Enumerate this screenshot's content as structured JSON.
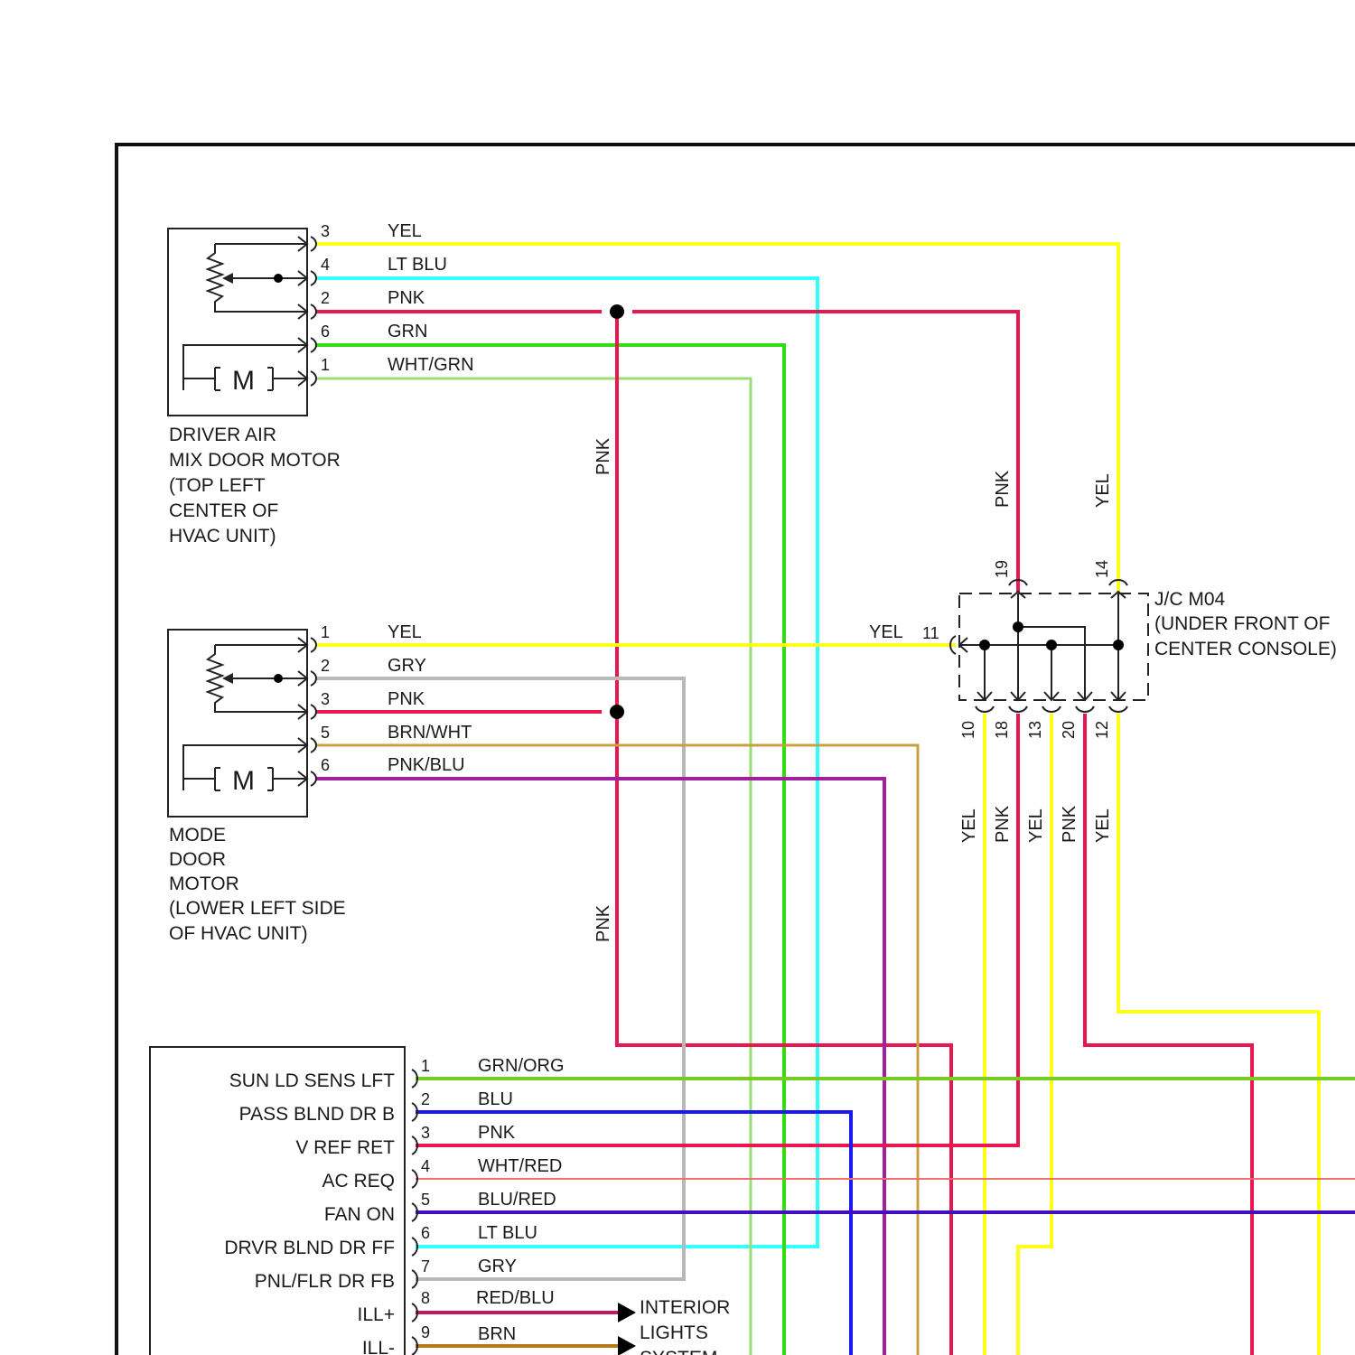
{
  "colors": {
    "YEL": "#ffff1a",
    "LT BLU": "#33ffff",
    "PNK": "#e8174f",
    "GRN": "#33dd11",
    "WHT/GRN": "#99dd77",
    "GRY": "#b8b8b8",
    "BRN/WHT": "#c8a040",
    "PNK/BLU": "#a020a0",
    "GRN/ORG": "#77cc22",
    "BLU": "#1a1aee",
    "WHT/RED": "#f07070",
    "BLU/RED": "#4010c0",
    "RED/BLU": "#c01860",
    "BRN": "#b07a18"
  },
  "driver_motor": {
    "label_lines": [
      "DRIVER AIR",
      "MIX DOOR MOTOR",
      "(TOP LEFT",
      "CENTER OF",
      "HVAC UNIT)"
    ],
    "motor_symbol": "M",
    "pins": [
      {
        "pin": "3",
        "wire": "YEL"
      },
      {
        "pin": "4",
        "wire": "LT BLU"
      },
      {
        "pin": "2",
        "wire": "PNK"
      },
      {
        "pin": "6",
        "wire": "GRN"
      },
      {
        "pin": "1",
        "wire": "WHT/GRN"
      }
    ]
  },
  "mode_motor": {
    "label_lines": [
      "MODE",
      "DOOR",
      "MOTOR",
      "(LOWER LEFT SIDE",
      "OF HVAC UNIT)"
    ],
    "motor_symbol": "M",
    "pins": [
      {
        "pin": "1",
        "wire": "YEL"
      },
      {
        "pin": "2",
        "wire": "GRY"
      },
      {
        "pin": "3",
        "wire": "PNK"
      },
      {
        "pin": "5",
        "wire": "BRN/WHT"
      },
      {
        "pin": "6",
        "wire": "PNK/BLU"
      }
    ]
  },
  "junction": {
    "label_lines": [
      "J/C M04",
      "(UNDER FRONT OF",
      "CENTER CONSOLE)"
    ],
    "in_pin": "11",
    "in_wire": "YEL",
    "top_pins": [
      {
        "pin": "19",
        "wire": "PNK"
      },
      {
        "pin": "14",
        "wire": "YEL"
      }
    ],
    "bottom_pins": [
      {
        "pin": "10",
        "wire": "YEL"
      },
      {
        "pin": "18",
        "wire": "PNK"
      },
      {
        "pin": "13",
        "wire": "YEL"
      },
      {
        "pin": "20",
        "wire": "PNK"
      },
      {
        "pin": "12",
        "wire": "YEL"
      }
    ]
  },
  "vertical_labels": {
    "pnk_upper": "PNK",
    "pnk_lower": "PNK"
  },
  "control_module": {
    "pins": [
      {
        "pin": "1",
        "name": "SUN LD SENS LFT",
        "wire": "GRN/ORG"
      },
      {
        "pin": "2",
        "name": "PASS BLND DR B",
        "wire": "BLU"
      },
      {
        "pin": "3",
        "name": "V REF RET",
        "wire": "PNK"
      },
      {
        "pin": "4",
        "name": "AC REQ",
        "wire": "WHT/RED"
      },
      {
        "pin": "5",
        "name": "FAN ON",
        "wire": "BLU/RED"
      },
      {
        "pin": "6",
        "name": "DRVR BLND DR FF",
        "wire": "LT BLU"
      },
      {
        "pin": "7",
        "name": "PNL/FLR DR FB",
        "wire": "GRY"
      },
      {
        "pin": "8",
        "name": "ILL+",
        "wire": "RED/BLU"
      },
      {
        "pin": "9",
        "name": "ILL-",
        "wire": "BRN"
      }
    ],
    "interior_lights_lines": [
      "INTERIOR",
      "LIGHTS",
      "SYSTEM"
    ]
  }
}
